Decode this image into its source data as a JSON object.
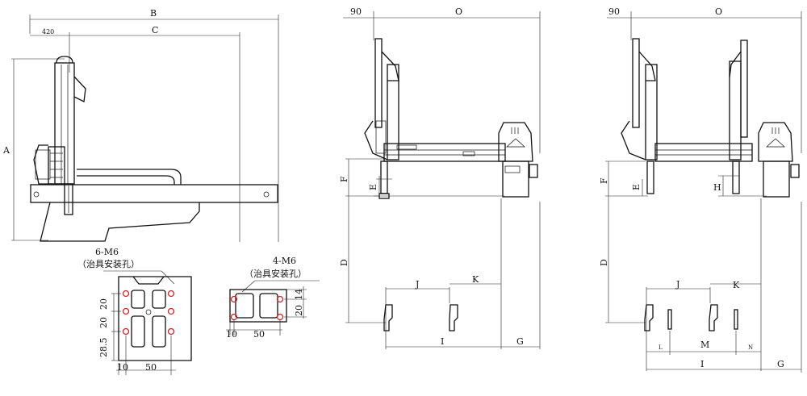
{
  "views": {
    "side": {
      "dims": {
        "a": "A",
        "b": "B",
        "c": "C",
        "d420": "420"
      }
    },
    "front_single": {
      "dims": {
        "o": "O",
        "d90": "90",
        "f": "F",
        "e": "E",
        "d": "D",
        "j": "J",
        "k": "K",
        "i": "I",
        "g": "G"
      }
    },
    "front_double": {
      "dims": {
        "o": "O",
        "d90": "90",
        "f": "F",
        "e": "E",
        "h": "H",
        "d": "D",
        "j": "J",
        "k": "K",
        "l": "L",
        "m": "M",
        "n": "N",
        "i": "I",
        "g": "G"
      }
    }
  },
  "fixture_plate_large": {
    "title": "6-M6",
    "subtitle": "（治具安装孔）",
    "dims": {
      "v1": "20",
      "v2": "20",
      "v3": "28.5",
      "h1": "10",
      "h2": "50"
    }
  },
  "fixture_plate_small": {
    "title": "4-M6",
    "subtitle": "（治具安装孔）",
    "dims": {
      "v1": "14",
      "v2": "20",
      "h1": "10",
      "h2": "50"
    }
  },
  "colors": {
    "line": "#111111",
    "hole": "#dd2222"
  }
}
